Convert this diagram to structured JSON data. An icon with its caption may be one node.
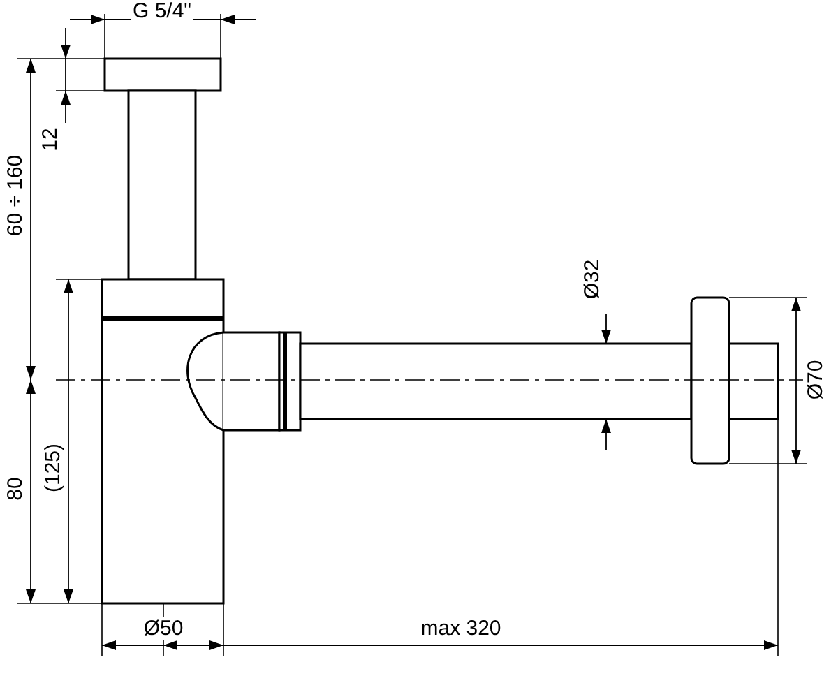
{
  "diagram": {
    "labels": [
      "G 5/4\"",
      "12",
      "60 ÷ 160",
      "Ø32",
      "Ø70",
      "(125)",
      "80",
      "Ø50",
      "max 320"
    ]
  }
}
